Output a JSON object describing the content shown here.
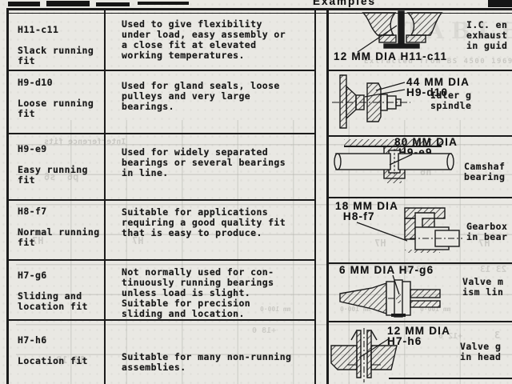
{
  "header": {
    "examples_label": "Examples"
  },
  "colors": {
    "paper": "#e9e8e3",
    "ink": "#1a1a1a",
    "line": "#1b1b1b",
    "ghost": "#8f8e89"
  },
  "rows": [
    {
      "fit": "H11-c11\n\nSlack running\nfit",
      "description": "Used to give flexibility\nunder load, easy assembly or\na close fit at elevated\nworking temperatures.",
      "diagram_label": "12 MM DIA H11-c11",
      "application": "I.C. en\nexhaust\nin guid"
    },
    {
      "fit": "H9-d10\n\nLoose running\nfit",
      "description": "Used for gland seals, loose\npulleys and very large\nbearings.",
      "diagram_label": "44 MM DIA\nH9-d10",
      "application": "Idler g\nspindle"
    },
    {
      "fit": "H9-e9\n\nEasy running\nfit",
      "description": "Used for widely separated\nbearings or several bearings\nin line.",
      "diagram_label": "80 MM DIA\n H9-e9",
      "application": "Camshaf\nbearing"
    },
    {
      "fit": "H8-f7\n\nNormal running\nfit",
      "description": "Suitable for applications\nrequiring a good quality fit\nthat is easy to produce.",
      "diagram_label": "18 MM DIA\n  H8-f7",
      "application": "Gearbox\nin bear"
    },
    {
      "fit": "H7-g6\n\nSliding and\nlocation fit",
      "description": "Not normally used for con-\ntinuously running bearings\nunless load is slight.\nSuitable for precision\nsliding and location.",
      "diagram_label": "6 MM DIA H7-g6",
      "application": "Valve m\nism lin"
    },
    {
      "fit": "H7-h6\n\nLocation fit",
      "description": "Suitable for many non-running\nassemblies.",
      "diagram_label": "12 MM DIA\nH7-h6",
      "application": "Valve g\nin head"
    }
  ],
  "ghost": {
    "table_title": "TABLE",
    "source_note": "Extracted from BS 4500 1969",
    "fragments": [
      "Interference fits",
      "p6  s6",
      "h6",
      "H7",
      "H7",
      "H7",
      "H7",
      "23 13",
      "23 13",
      "mm 100·0",
      "mm 100·0",
      "mm 100·0",
      "+18 0",
      "10 18",
      "+12 0",
      "3"
    ]
  }
}
